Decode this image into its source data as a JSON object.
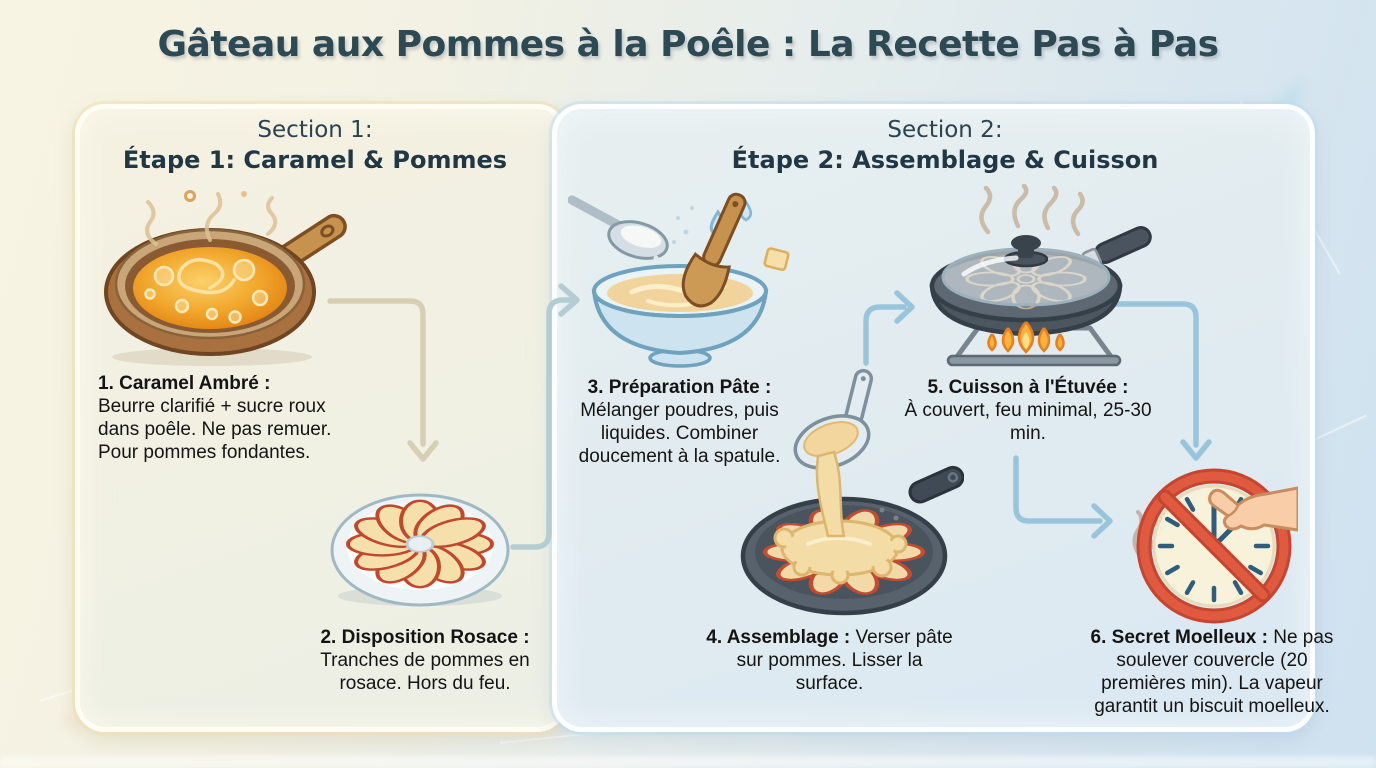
{
  "title": "Gâteau aux Pommes à la Poêle : La Recette Pas à Pas",
  "sections": [
    {
      "label": "Section 1:",
      "heading": "Étape 1: Caramel & Pommes",
      "steps": [
        {
          "number_title": "1. Caramel Ambré :",
          "body": "Beurre clarifié + sucre roux dans poêle. Ne pas remuer. Pour pommes fondantes.",
          "illustration": "caramel-pan"
        },
        {
          "number_title": "2. Disposition Rosace :",
          "body": "Tranches de pommes en rosace. Hors du feu.",
          "illustration": "apple-rosette-plate"
        }
      ]
    },
    {
      "label": "Section 2:",
      "heading": "Étape 2: Assemblage & Cuisson",
      "steps": [
        {
          "number_title": "3. Préparation Pâte :",
          "body": "Mélanger poudres, puis liquides. Combiner doucement à la spatule.",
          "illustration": "mixing-bowl"
        },
        {
          "number_title": "4. Assemblage :",
          "body": "Verser pâte sur pommes. Lisser la surface.",
          "illustration": "batter-pour-pan"
        },
        {
          "number_title": "5. Cuisson à l'Étuvée :",
          "body": "À couvert, feu minimal, 25-30 min.",
          "illustration": "covered-pan-on-stove"
        },
        {
          "number_title": "6. Secret Moelleux :",
          "body": "Ne pas soulever couvercle (20 premières min). La vapeur garantit un biscuit moelleux.",
          "illustration": "no-open-lid-clock"
        }
      ]
    }
  ],
  "colors": {
    "title_text": "#2d4a54",
    "heading_text": "#223744",
    "body_text": "#141414",
    "panel1_glow": "#f3e2b9",
    "panel2_glow": "#cde4f2",
    "arrow_warm": "#d7cfb4",
    "arrow_muted_blue": "#b3cdd3",
    "arrow_blue": "#99c5dc",
    "prohibition_red": "#d9503a"
  }
}
